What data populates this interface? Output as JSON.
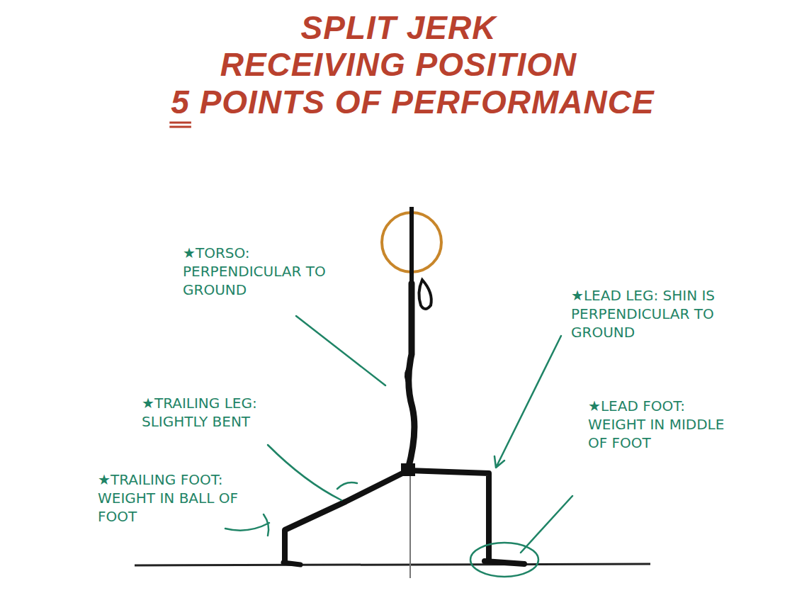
{
  "diagram": {
    "title": "SPLIT JERK RECEIVING POSITION",
    "labels": [
      "5 POINTS OF PERFORMANCE",
      "★TORSO: PERPENDICULAR TO GROUND",
      "★LEAD LEG: SHIN IS PERPENDICULAR TO GROUND",
      "★TRAILING LEG: SLIGHTLY BENT",
      "★LEAD FOOT: WEIGHT IN MIDDLE OF FOOT",
      "★TRAILING FOOT: WEIGHT IN BALL OF FOOT"
    ]
  }
}
